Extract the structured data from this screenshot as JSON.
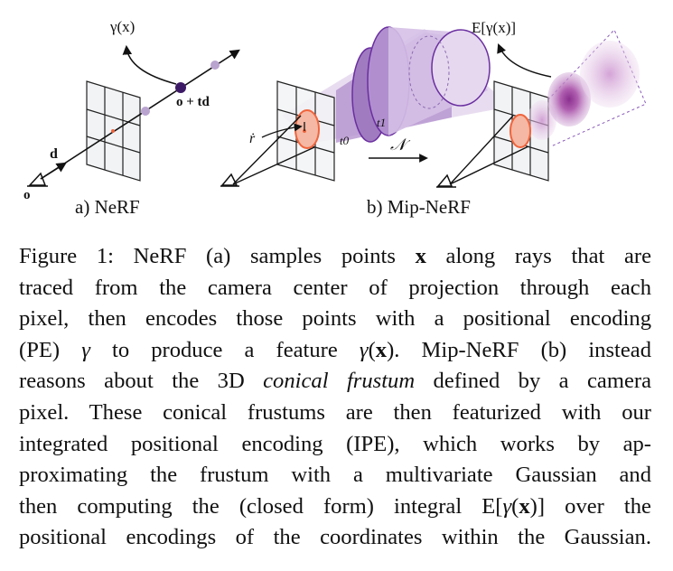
{
  "figure": {
    "labels": {
      "gamma_x": "γ(x)",
      "o_plus_td": "o + td",
      "d": "d",
      "o": "o",
      "r_dot": "ṙ",
      "t0": "t0",
      "t1": "t1",
      "normal": "𝒩",
      "expected_gamma": "E[γ(x)]"
    },
    "panel_a": "a) NeRF",
    "panel_b": "b) Mip-NeRF",
    "colors": {
      "purple": "#6a3d9a",
      "light_purple": "#c9b3dc",
      "orange": "#f0643c",
      "orange_fill": "#f4b8a4",
      "grid_fill": "#f2f3f5"
    }
  },
  "caption": {
    "lines": [
      [
        {
          "t": "Figure 1: NeRF (a) samples points "
        },
        {
          "t": "x",
          "s": "b"
        },
        {
          "t": " along rays that are"
        }
      ],
      [
        {
          "t": "traced from the camera center of projection through each"
        }
      ],
      [
        {
          "t": "pixel, then encodes those points with a positional encoding"
        }
      ],
      [
        {
          "t": "(PE) "
        },
        {
          "t": "γ",
          "s": "i"
        },
        {
          "t": " to produce a feature "
        },
        {
          "t": "γ",
          "s": "i"
        },
        {
          "t": "("
        },
        {
          "t": "x",
          "s": "b"
        },
        {
          "t": "). Mip-NeRF (b) instead"
        }
      ],
      [
        {
          "t": "reasons about the 3D "
        },
        {
          "t": "conical frustum",
          "s": "i"
        },
        {
          "t": " defined by a camera"
        }
      ],
      [
        {
          "t": "pixel. These conical frustums are then featurized with our"
        }
      ],
      [
        {
          "t": "integrated positional encoding (IPE), which works by ap-"
        }
      ],
      [
        {
          "t": "proximating the frustum with a multivariate Gaussian and"
        }
      ],
      [
        {
          "t": "then computing the (closed form) integral E["
        },
        {
          "t": "γ",
          "s": "i"
        },
        {
          "t": "("
        },
        {
          "t": "x",
          "s": "b"
        },
        {
          "t": ")] over the"
        }
      ],
      [
        {
          "t": "positional encodings of the coordinates within the Gaussian."
        }
      ]
    ]
  }
}
